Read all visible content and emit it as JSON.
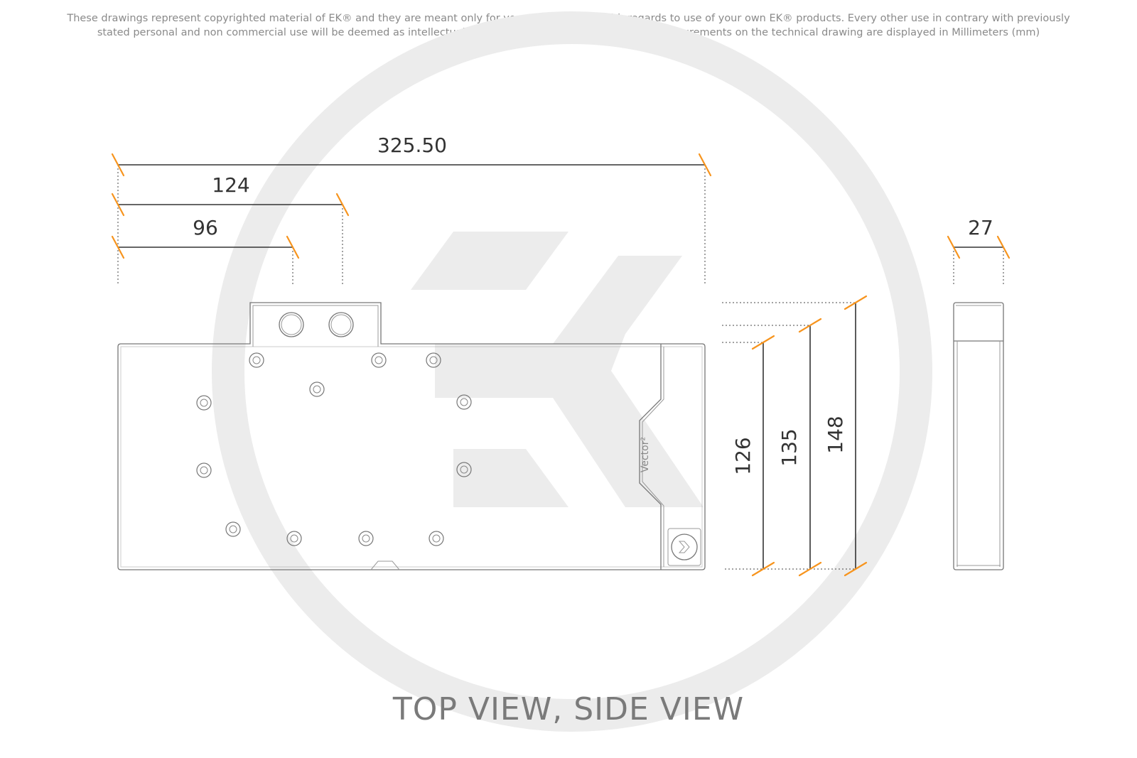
{
  "disclaimer": {
    "line1": "These drawings represent copyrighted material of EK® and they are meant only for your personal use, with regards to use of  your own EK® products. Every other use in contrary with previously",
    "line2": "stated personal and non commercial use will be deemed as intellectual property rights infringement.All the measurements on the technical drawing are displayed in Millimeters (mm)"
  },
  "dimensions": {
    "total_length": "325.50",
    "port_outer": "124",
    "port_inner": "96",
    "height_small": "126",
    "height_mid": "135",
    "height_full": "148",
    "thickness": "27"
  },
  "product_label": "Vector²",
  "caption": "TOP VIEW, SIDE VIEW",
  "colors": {
    "tick": "#f7941d",
    "outline": "#777777",
    "watermark": "#ececec",
    "text": "#333333"
  },
  "icons": {
    "watermark": "ek-logo-watermark",
    "badge": "ek-logo-badge"
  }
}
